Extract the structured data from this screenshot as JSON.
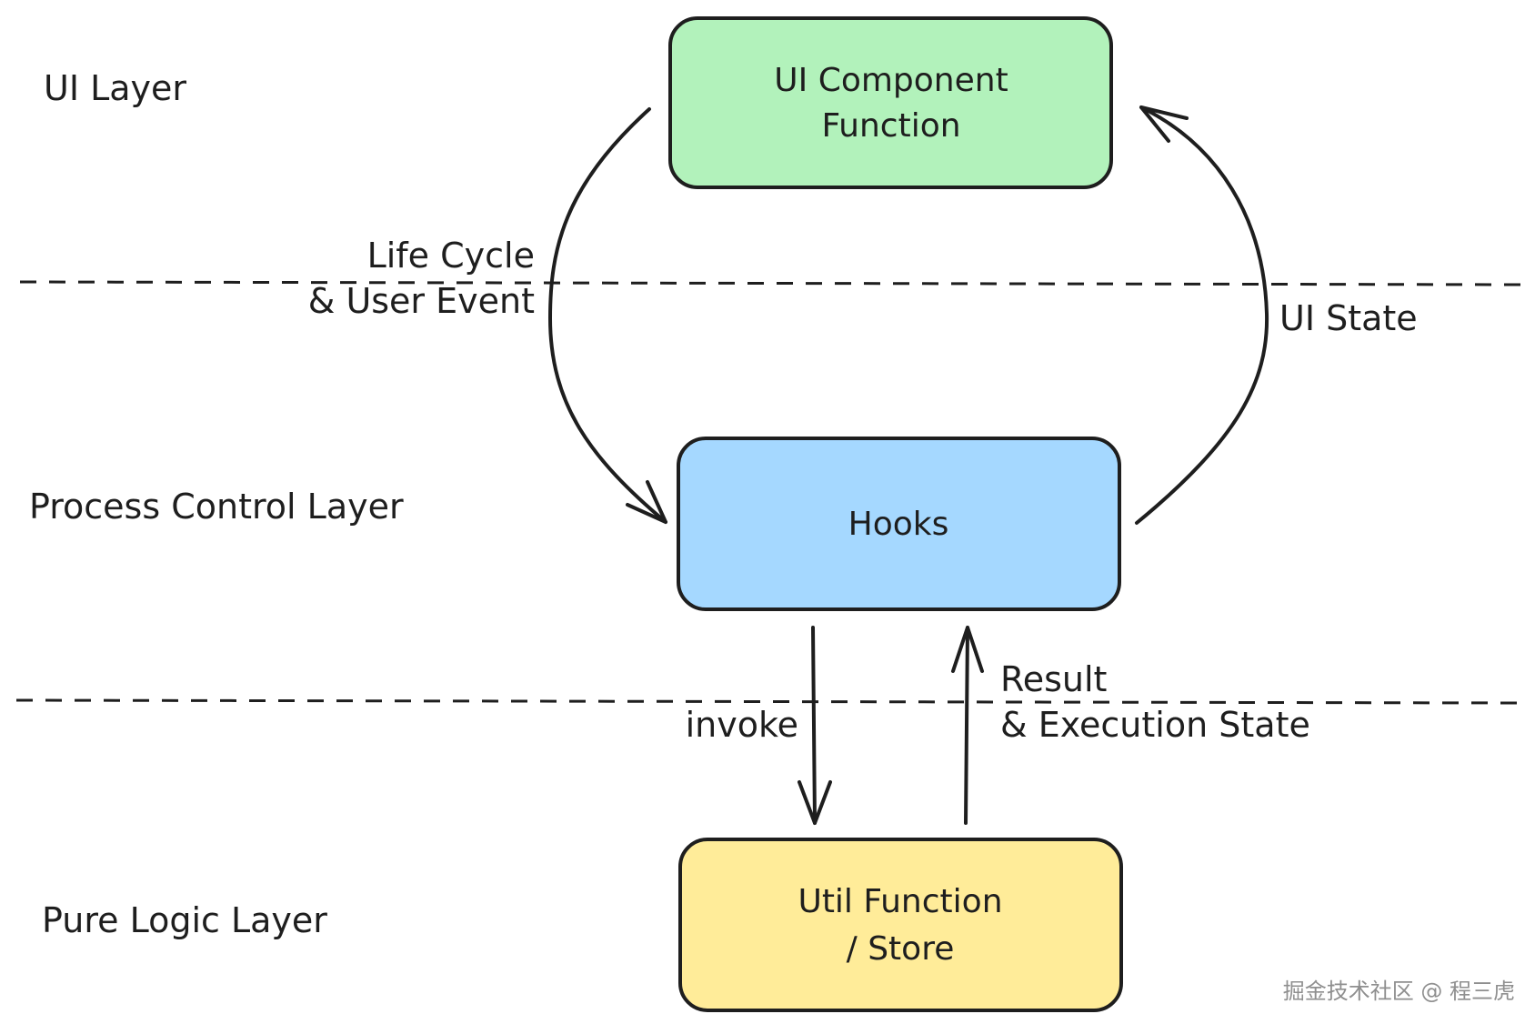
{
  "layers": {
    "ui": "UI Layer",
    "process": "Process Control Layer",
    "logic": "Pure Logic Layer"
  },
  "boxes": {
    "ui_component": {
      "line1": "UI Component",
      "line2": "Function",
      "fill": "#b2f2bb"
    },
    "hooks": {
      "label": "Hooks",
      "fill": "#a5d8ff"
    },
    "util": {
      "line1": "Util Function",
      "line2": "/ Store",
      "fill": "#ffec99"
    }
  },
  "edges": {
    "lifecycle": {
      "line1": "Life Cycle",
      "line2": "& User Event"
    },
    "ui_state": "UI State",
    "invoke": "invoke",
    "result": {
      "line1": "Result",
      "line2": "& Execution State"
    }
  },
  "watermark": "掘金技术社区 @ 程三虎",
  "colors": {
    "stroke": "#1e1e1e",
    "background": "#ffffff",
    "watermark": "#8f8f8f"
  }
}
